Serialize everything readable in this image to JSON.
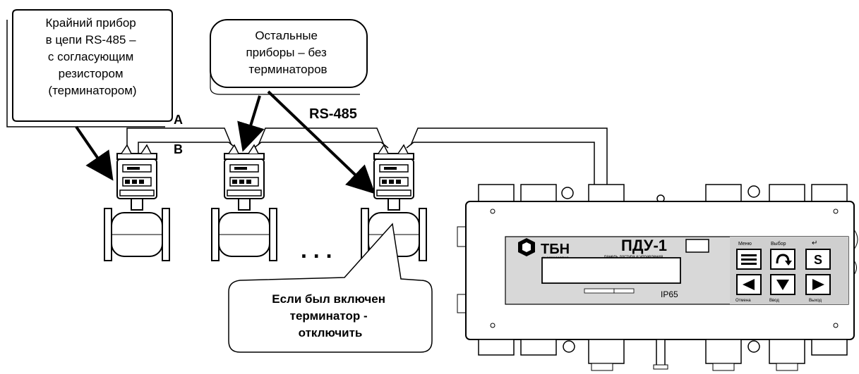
{
  "callouts": {
    "end_device": [
      "Крайний прибор",
      "в цепи RS-485 –",
      "с согласующим",
      "резистором",
      "(терминатором)"
    ],
    "other_devices": [
      "Остальные",
      "приборы – без",
      "терминаторов"
    ],
    "disable_terminator": [
      "Если был включен",
      "терминатор -",
      "отключить"
    ]
  },
  "bus": {
    "line_a": "A",
    "line_b": "B",
    "name": "RS-485"
  },
  "ellipsis": ". . .",
  "panel": {
    "brand": "ТБН",
    "brand_sub": "энергосервис",
    "model": "ПДУ-1",
    "model_sub": "панель доступа и управления",
    "ip_rating": "IP65",
    "key_labels": [
      "Меню",
      "Выбор",
      "↵"
    ],
    "bottom_labels": [
      "Отмена",
      "Ввод",
      "Выход"
    ],
    "s_key": "S"
  }
}
